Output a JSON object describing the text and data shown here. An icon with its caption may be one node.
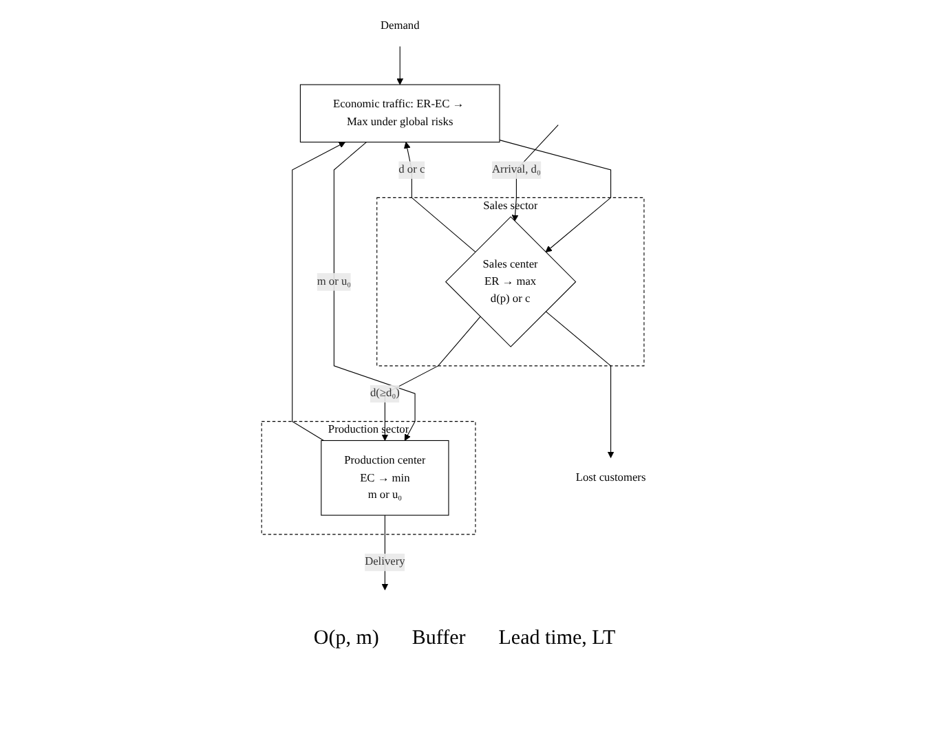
{
  "diagram": {
    "nodes": [
      {
        "text": [
          "Demand"
        ]
      },
      {
        "text": [
          "Economic traffic: ER-EC → Max under global risks"
        ]
      },
      {
        "text": [
          "Sales sector"
        ]
      },
      {
        "text": [
          "Sales center",
          "ER → max",
          "d(p) or c"
        ],
        "in": 2
      },
      {
        "text": [
          "Production sector"
        ]
      },
      {
        "text": [
          "Production center",
          "EC → min",
          "m or u₀"
        ],
        "in": 4
      },
      {
        "text": [
          "Lost customers"
        ]
      }
    ],
    "edges": [
      {
        "from": 0,
        "to": 1,
        "arrow": "to"
      },
      {
        "from": 3,
        "to": 1,
        "arrow": "to",
        "label": "d or c"
      },
      {
        "from": 1,
        "to": 3,
        "arrow": "to"
      },
      {
        "from": 5,
        "to": 1,
        "arrow": "to"
      },
      {
        "from": 1,
        "to": 5,
        "arrow": "to",
        "label": "m or u₀"
      },
      {
        "from": null,
        "to": 3,
        "arrow": "to",
        "label": "Arrival, d₀"
      },
      {
        "from": 3,
        "to": 5,
        "arrow": "to",
        "label": "d(≥d₀)"
      },
      {
        "from": 5,
        "to": null,
        "arrow": "to",
        "label": "Delivery"
      },
      {
        "from": 3,
        "to": 6,
        "arrow": "to"
      }
    ],
    "labels": [
      "O(p, m)",
      "Buffer",
      "Lead time, LT"
    ]
  }
}
